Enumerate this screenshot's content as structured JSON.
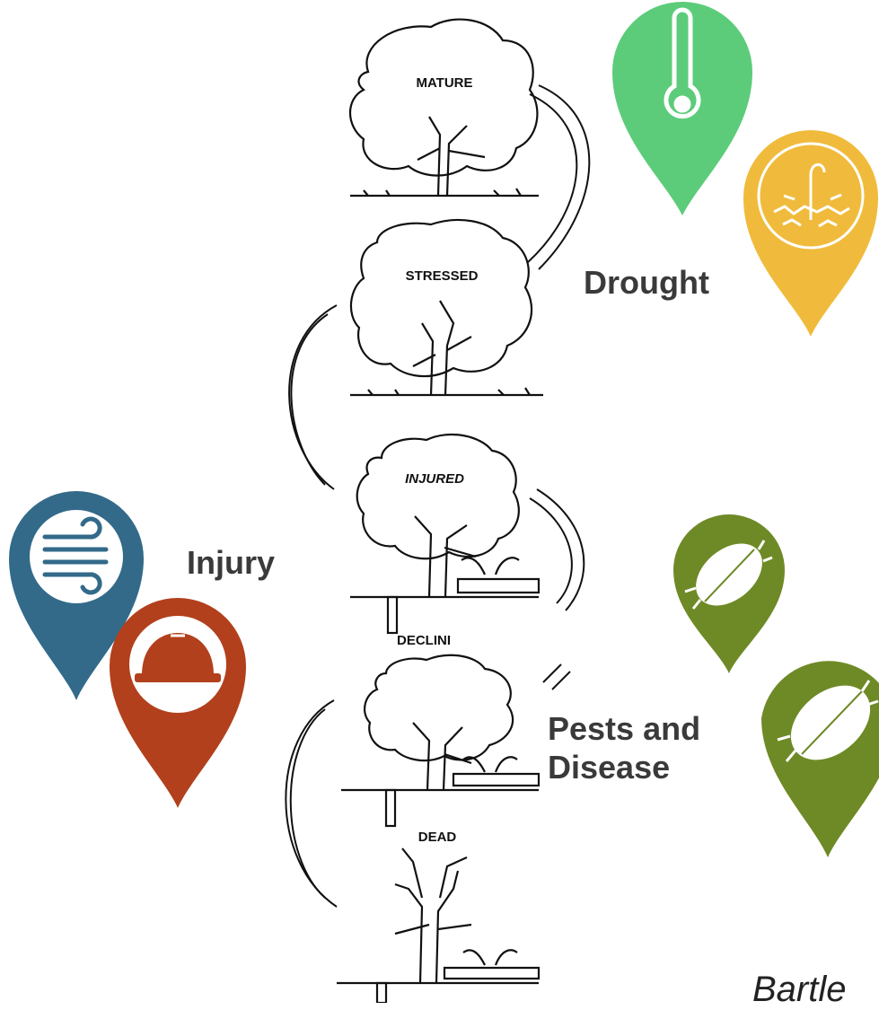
{
  "stages": [
    {
      "label": "MATURE"
    },
    {
      "label": "STRESSED"
    },
    {
      "label": "INJURED"
    },
    {
      "label": "DECLINI"
    },
    {
      "label": "DEAD"
    }
  ],
  "callouts": {
    "drought": "Drought",
    "injury": "Injury",
    "pests_line1": "Pests and",
    "pests_line2": "Disease"
  },
  "footer": "Bartle",
  "markers": [
    {
      "name": "thermometer",
      "color": "#5ccc7a"
    },
    {
      "name": "wilting-plant",
      "color": "#f0bb3c"
    },
    {
      "name": "wind",
      "color": "#336a8a"
    },
    {
      "name": "hard-hat",
      "color": "#b2401c"
    },
    {
      "name": "beetle",
      "color": "#6e8a26"
    },
    {
      "name": "beetle",
      "color": "#6e8a26"
    }
  ]
}
